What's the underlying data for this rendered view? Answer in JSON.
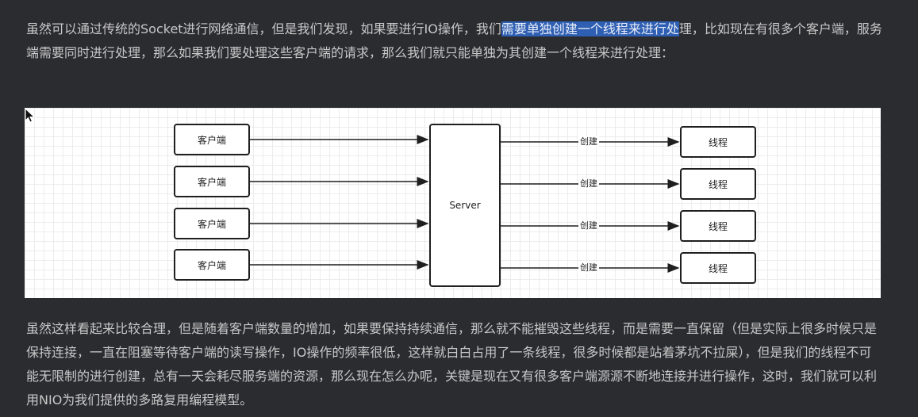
{
  "paragraph_top": {
    "before": "虽然可以通过传统的Socket进行网络通信，但是我们发现，如果要进行IO操作，我们",
    "highlighted": "需要单独创建一个线程来进行处",
    "after": "理，比如现在有很多个客户端，服务端需要同时进行处理，那么如果我们要处理这些客户端的请求，那么我们就只能单独为其创建一个线程来进行处理："
  },
  "diagram": {
    "clients": [
      "客户端",
      "客户端",
      "客户端",
      "客户端"
    ],
    "server": "Server",
    "edge_labels": [
      "创建",
      "创建",
      "创建",
      "创建"
    ],
    "threads": [
      "线程",
      "线程",
      "线程",
      "线程"
    ]
  },
  "paragraph_bottom": "虽然这样看起来比较合理，但是随着客户端数量的增加，如果要保持持续通信，那么就不能摧毁这些线程，而是需要一直保留（但是实际上很多时候只是保持连接，一直在阻塞等待客户端的读写操作，IO操作的频率很低，这样就白白占用了一条线程，很多时候都是站着茅坑不拉屎），但是我们的线程不可能无限制的进行创建，总有一天会耗尽服务端的资源，那么现在怎么办呢，关键是现在又有很多客户端源源不断地连接并进行操作，这时，我们就可以利用NIO为我们提供的多路复用编程模型。",
  "colors": {
    "background": "#2b2c30",
    "text": "#c8c8c8",
    "highlight": "#2f5fb3",
    "diagram_bg": "#ffffff",
    "diagram_stroke": "#1f1f1f"
  },
  "icons": {
    "cursor": "mouse-pointer-icon"
  }
}
